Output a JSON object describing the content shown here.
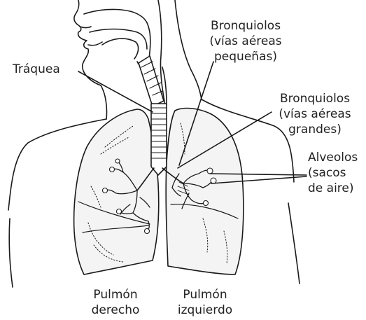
{
  "labels": {
    "trachea": "Tráquea",
    "small_bronchioles": [
      "Bronquiolos",
      "(vías aéreas",
      "pequeñas)"
    ],
    "large_bronchioles": [
      "Bronquiolos",
      "(vías aéreas",
      "grandes)"
    ],
    "alveoli": [
      "Alveolos",
      "(sacos",
      "de aire)"
    ],
    "right_lung": [
      "Pulmón",
      "derecho"
    ],
    "left_lung": [
      "Pulmón",
      "izquierdo"
    ]
  },
  "colors": {
    "ink": "#222222",
    "stroke": "#1a1a1a",
    "lung_fill": "#f4f4f4",
    "background": "#ffffff"
  }
}
